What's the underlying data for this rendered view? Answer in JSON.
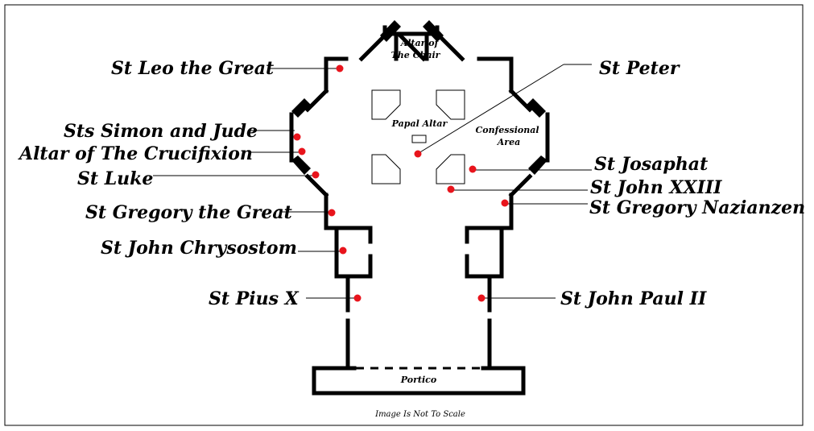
{
  "labels": {
    "st_leo": "St Leo the Great",
    "st_peter": "St Peter",
    "simon_jude": "Sts Simon and Jude",
    "crucifixion": "Altar of The Crucifixion",
    "st_luke": "St Luke",
    "st_josaphat": "St Josaphat",
    "st_john_xxiii": "St John XXIII",
    "st_gregory_great": "St Gregory the Great",
    "st_gregory_naz": "St Gregory Nazianzen",
    "st_john_chrysostom": "St John Chrysostom",
    "st_pius": "St Pius X",
    "st_john_paul": "St John Paul II"
  },
  "areas": {
    "chair_line1": "Altar of",
    "chair_line2": "The Chair",
    "papal_altar": "Papal Altar",
    "confessional_line1": "Confessional",
    "confessional_line2": "Area",
    "portico": "Portico"
  },
  "note": "Image Is Not To Scale",
  "colors": {
    "marker": "#e8141c",
    "walls": "#000000",
    "background": "#ffffff"
  }
}
